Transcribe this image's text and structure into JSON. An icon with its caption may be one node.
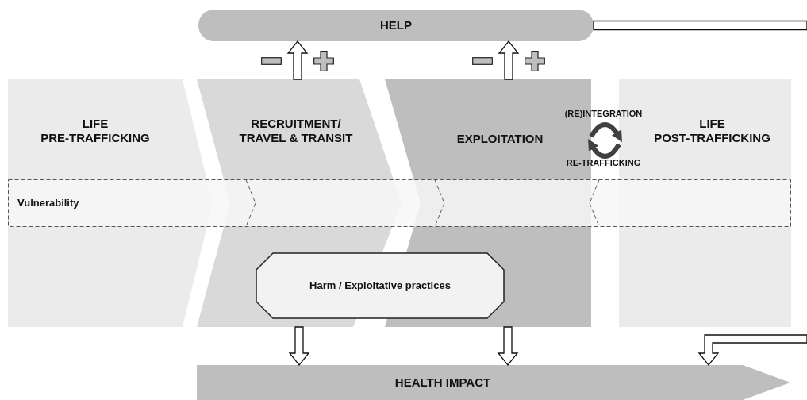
{
  "diagram": {
    "nodes": [
      {
        "text": [
          "HELP"
        ]
      },
      {
        "text": [
          "LIFE PRE-TRAFFICKING"
        ]
      },
      {
        "text": [
          "RECRUITMENT/ TRAVEL & TRANSIT"
        ]
      },
      {
        "text": [
          "EXPLOITATION"
        ]
      },
      {
        "text": [
          "LIFE POST-TRAFFICKING"
        ]
      },
      {
        "text": [
          "Vulnerability"
        ]
      },
      {
        "text": [
          "Harm / Exploitative practices"
        ]
      },
      {
        "text": [
          "HEALTH IMPACT"
        ]
      }
    ],
    "edges": [
      {
        "from": 2,
        "to": 0,
        "arrow": "to"
      },
      {
        "from": 3,
        "to": 0,
        "arrow": "to"
      },
      {
        "from": 3,
        "to": 4,
        "arrow": "to",
        "label": "(RE)INTEGRATION",
        "color": "#404040"
      },
      {
        "from": 4,
        "to": 3,
        "arrow": "to",
        "label": "RE-TRAFFICKING",
        "color": "#404040"
      },
      {
        "from": 2,
        "to": 7,
        "arrow": "to"
      },
      {
        "from": 3,
        "to": 7,
        "arrow": "to"
      },
      {
        "from": 0,
        "to": null,
        "arrow": "none"
      },
      {
        "from": null,
        "to": 7,
        "arrow": "to"
      }
    ]
  }
}
